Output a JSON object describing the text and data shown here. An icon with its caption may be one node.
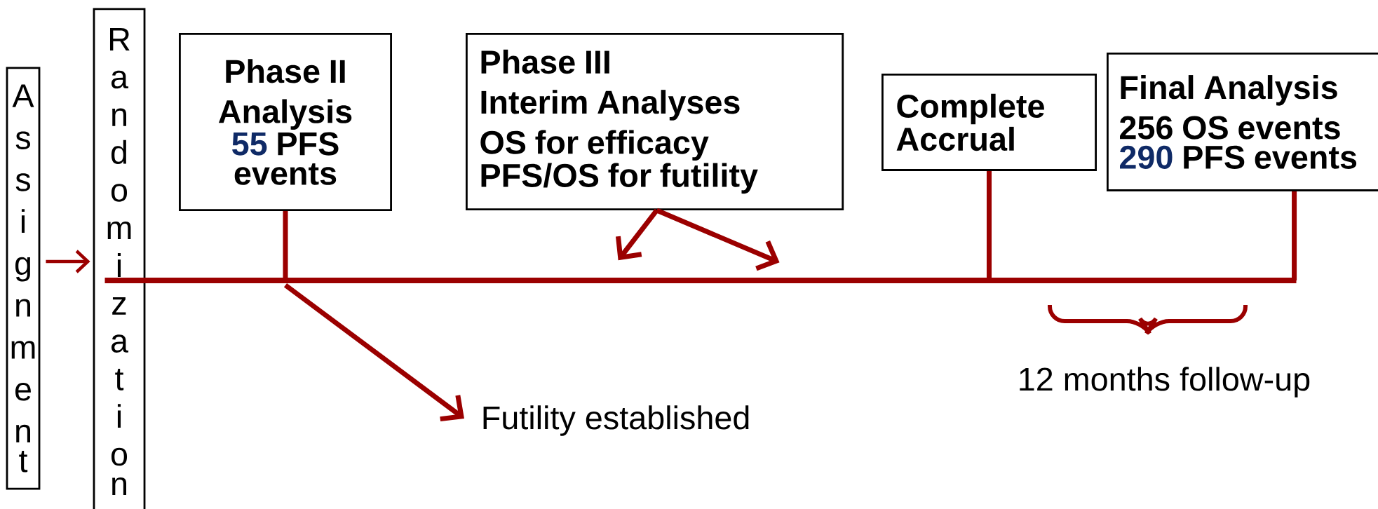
{
  "diagram": {
    "nodes": [
      {
        "text": [
          "Assignment"
        ]
      },
      {
        "text": [
          "Randomization"
        ]
      },
      {
        "text": [
          "Phase II Analysis",
          "55",
          "PFS events"
        ]
      },
      {
        "text": [
          "Phase III",
          "Interim Analyses",
          "OS for efficacy",
          "PFS/OS for futility"
        ]
      },
      {
        "text": [
          "Complete Accrual"
        ]
      },
      {
        "text": [
          "Final Analysis",
          "256 OS events",
          "290",
          "PFS events"
        ]
      },
      {
        "text": [
          "Futility established"
        ]
      },
      {
        "text": [],
        "shape": "bar"
      }
    ],
    "edges": [
      {
        "from": 0,
        "to": 1,
        "arrow": "to"
      },
      {
        "from": 2,
        "to": 7,
        "arrow": "none"
      },
      {
        "from": 3,
        "to": 7,
        "arrow": "to"
      },
      {
        "from": 3,
        "to": 7,
        "arrow": "to"
      },
      {
        "from": 4,
        "to": 7,
        "arrow": "none"
      },
      {
        "from": 5,
        "to": 7,
        "arrow": "none"
      },
      {
        "from": 7,
        "to": 6,
        "arrow": "to"
      }
    ],
    "labels": [
      "12 months follow-up"
    ]
  }
}
